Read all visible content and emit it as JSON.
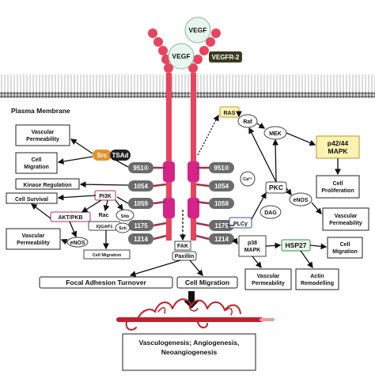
{
  "labels": {
    "vegf_top": "VEGF",
    "vegf_mid": "VEGF",
    "vegfr2": "VEGFR-2",
    "plasma_membrane": "Plasma Membrane",
    "residues": [
      "951®",
      "1054",
      "1059",
      "1175",
      "1214"
    ],
    "src": "Src",
    "tsad": "TSAd",
    "vascular_permeability": "Vascular Permeability",
    "cell_migration": "Cell Migration",
    "kinase_regulation": "Kinase Regulation",
    "cell_survival": "Cell Survival",
    "pi3k": "PI3K",
    "akt_pkb": "AKT/PKB",
    "rac": "Rac",
    "shb": "Shb",
    "sck": "Sck",
    "iqgap1": "IQGAP1",
    "enos": "eNOS",
    "cell_migration_small": "Cell Migration",
    "fak": "FAK",
    "paxillin": "Paxillin",
    "focal_adhesion_turnover": "Focal Adhesion Turnover",
    "ras": "RAS",
    "raf": "Raf",
    "mek": "MEK",
    "p42_44_mapk": "p42/44 MAPK",
    "pkc": "PKC",
    "ca2": "Ca²⁺",
    "dag": "DAG",
    "plcy": "PLCγ",
    "cell_proliferation": "Cell Proliferation",
    "p38_mapk": "p38 MAPK",
    "hsp27": "HSP27",
    "actin_remodelling": "Actin Remodelling",
    "outcome": "Vasculogenesis; Angiogenesis, Neoangiogenesis"
  },
  "colors": {
    "receptor": "#e8445f",
    "kinase_domain": "#d6238a",
    "residue_pill": "#6b6b6b",
    "vegf_fill": "#e9f6ef",
    "vegfr2_tag": "#3b3a1e",
    "ras_fill": "#fff2b3",
    "src": "#e8902a",
    "tsad": "#222222",
    "p42_fill": "#fff2b3",
    "hsp27_fill": "#eaf7ec",
    "vessel": "#c0202c"
  }
}
